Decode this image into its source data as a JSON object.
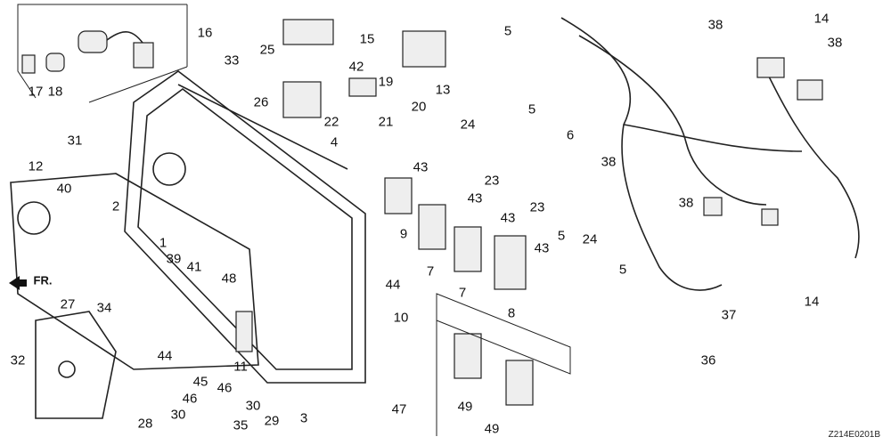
{
  "diagram_title": "",
  "drawing_code": "Z214E0201B",
  "direction_marker": "FR.",
  "callouts": [
    "16",
    "17",
    "18",
    "33",
    "25",
    "15",
    "42",
    "13",
    "5",
    "38",
    "14",
    "38",
    "19",
    "26",
    "22",
    "21",
    "20",
    "24",
    "31",
    "4",
    "12",
    "40",
    "6",
    "5",
    "38",
    "43",
    "23",
    "9",
    "43",
    "23",
    "2",
    "1",
    "39",
    "41",
    "43",
    "5",
    "24",
    "38",
    "43",
    "5",
    "7",
    "7",
    "44",
    "48",
    "8",
    "27",
    "34",
    "10",
    "14",
    "37",
    "36",
    "32",
    "44",
    "11",
    "45",
    "46",
    "30",
    "3",
    "29",
    "46",
    "30",
    "28",
    "35",
    "47",
    "49",
    "49"
  ]
}
